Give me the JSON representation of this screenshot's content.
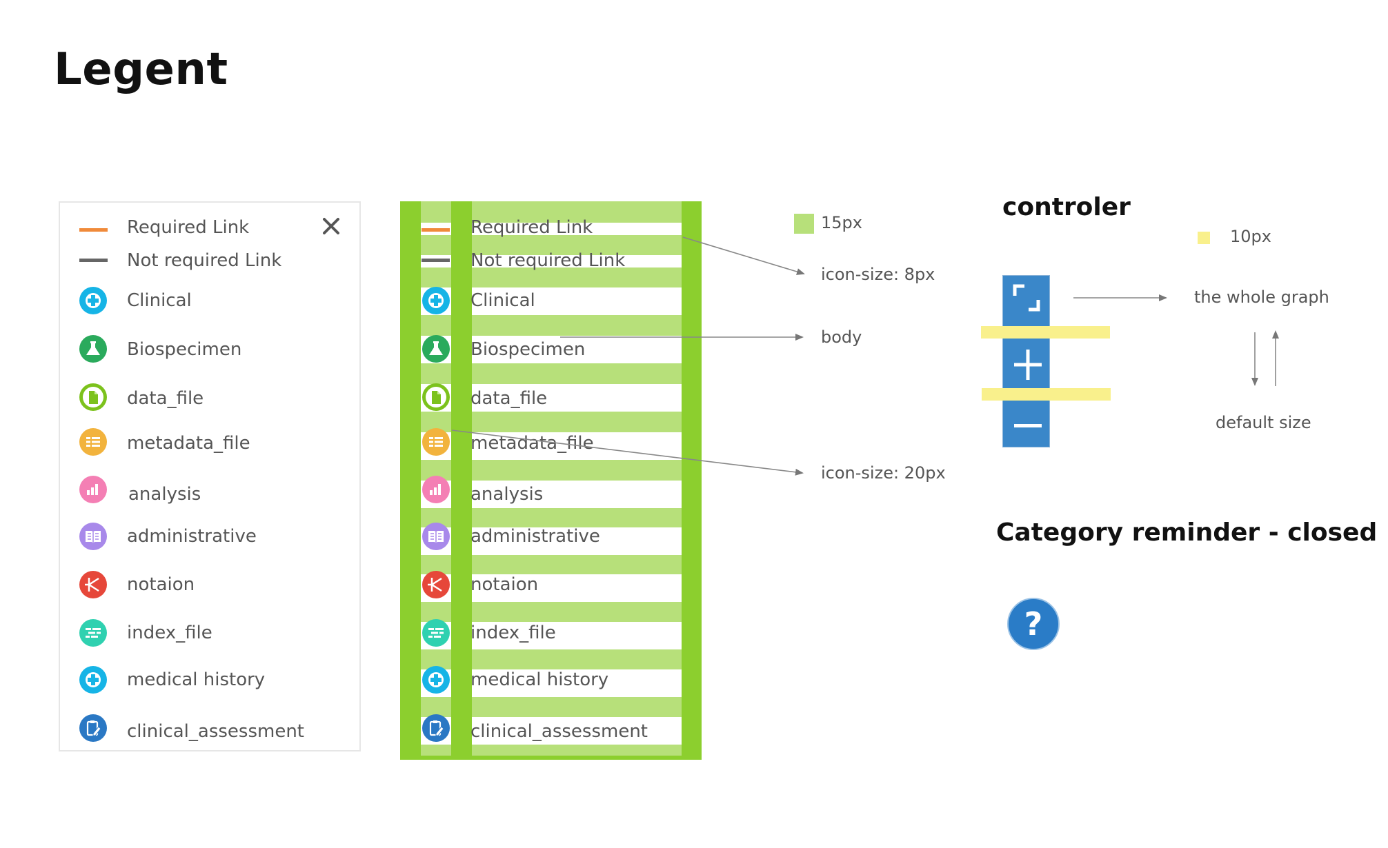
{
  "page_title": "Legent",
  "colors": {
    "required_link": "#f08a3a",
    "not_required_link": "#666666",
    "spec_light_green": "#b7e07a",
    "spec_dark_green": "#8ccf2e",
    "controller_blue": "#3a87c9",
    "spacer_yellow": "#f9f08c"
  },
  "legend": {
    "items": [
      {
        "label": "Required Link",
        "icon": "required-link-line",
        "color": "#f08a3a"
      },
      {
        "label": "Not required Link",
        "icon": "not-required-link-line",
        "color": "#666666"
      },
      {
        "label": "Clinical",
        "icon": "plus-icon",
        "color": "#16b4e6"
      },
      {
        "label": "Biospecimen",
        "icon": "flask-icon",
        "color": "#2aaa5c"
      },
      {
        "label": "data_file",
        "icon": "file-icon",
        "color": "#7cc21c"
      },
      {
        "label": "metadata_file",
        "icon": "table-icon",
        "color": "#f2b33d"
      },
      {
        "label": "analysis",
        "icon": "bar-chart-icon",
        "color": "#f47fb4"
      },
      {
        "label": "administrative",
        "icon": "book-icon",
        "color": "#a889ea"
      },
      {
        "label": "notaion",
        "icon": "notation-icon",
        "color": "#e6473a"
      },
      {
        "label": "index_file",
        "icon": "index-icon",
        "color": "#2fd1b0"
      },
      {
        "label": "medical history",
        "icon": "plus-icon",
        "color": "#16b4e6"
      },
      {
        "label": "clinical_assessment",
        "icon": "clipboard-icon",
        "color": "#2a78c4"
      }
    ]
  },
  "annotations": {
    "swatch_15": "15px",
    "icon_size_8": "icon-size: 8px",
    "body": "body",
    "icon_size_20": "icon-size: 20px"
  },
  "controller": {
    "title": "controler",
    "swatch_10": "10px",
    "whole_graph": "the whole graph",
    "default_size": "default size"
  },
  "category_reminder": {
    "title": "Category reminder - closed",
    "help_glyph": "?"
  }
}
